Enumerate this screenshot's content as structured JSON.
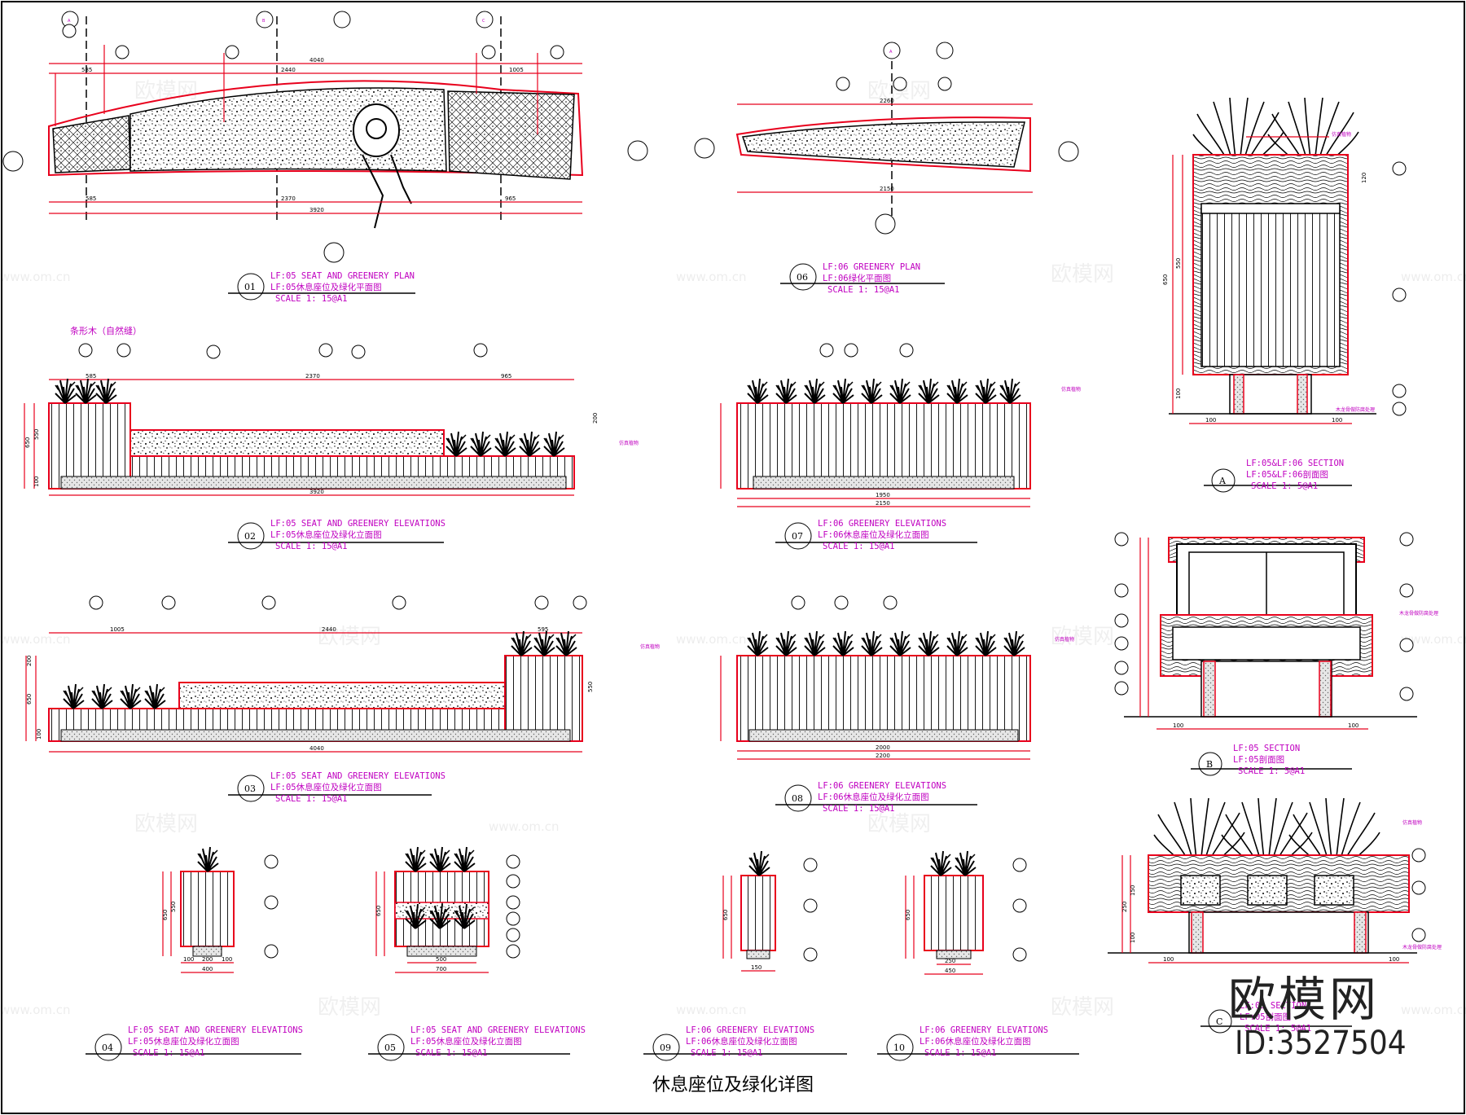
{
  "sheet_title": "休息座位及绿化详图",
  "brand": {
    "name": "欧模网",
    "id": "ID:3527504"
  },
  "watermarks": {
    "cn": "欧模网",
    "url": "www.om.cn"
  },
  "annotations": {
    "wood_natural": "条形木（自然缝）",
    "planting": "仿真植物",
    "waterproof": "木龙骨做防腐处理"
  },
  "drawings": [
    {
      "id": "01",
      "title_en": "LF:05 SEAT AND GREENERY PLAN",
      "title_cn": "LF:05休息座位及绿化平面图",
      "scale": "SCALE 1: 15@A1"
    },
    {
      "id": "06",
      "title_en": "LF:06 GREENERY PLAN",
      "title_cn": "LF:06绿化平面图",
      "scale": "SCALE 1: 15@A1"
    },
    {
      "id": "A",
      "title_en": "LF:05&LF:06 SECTION",
      "title_cn": "LF:05&LF:06剖面图",
      "scale": "SCALE 1: 5@A1"
    },
    {
      "id": "02",
      "title_en": "LF:05 SEAT AND GREENERY ELEVATIONS",
      "title_cn": "LF:05休息座位及绿化立面图",
      "scale": "SCALE 1: 15@A1"
    },
    {
      "id": "07",
      "title_en": "LF:06 GREENERY  ELEVATIONS",
      "title_cn": "LF:06休息座位及绿化立面图",
      "scale": "SCALE 1: 15@A1"
    },
    {
      "id": "B",
      "title_en": "LF:05 SECTION",
      "title_cn": "LF:05剖面图",
      "scale": "SCALE 1: 5@A1"
    },
    {
      "id": "03",
      "title_en": "LF:05 SEAT AND GREENERY ELEVATIONS",
      "title_cn": "LF:05休息座位及绿化立面图",
      "scale": "SCALE 1: 15@A1"
    },
    {
      "id": "08",
      "title_en": "LF:06 GREENERY  ELEVATIONS",
      "title_cn": "LF:06休息座位及绿化立面图",
      "scale": "SCALE 1: 15@A1"
    },
    {
      "id": "04",
      "title_en": "LF:05 SEAT AND GREENERY ELEVATIONS",
      "title_cn": "LF:05休息座位及绿化立面图",
      "scale": "SCALE 1: 15@A1"
    },
    {
      "id": "05",
      "title_en": "LF:05 SEAT AND GREENERY ELEVATIONS",
      "title_cn": "LF:05休息座位及绿化立面图",
      "scale": "SCALE 1: 15@A1"
    },
    {
      "id": "09",
      "title_en": "LF:06 GREENERY ELEVATIONS",
      "title_cn": "LF:06休息座位及绿化立面图",
      "scale": "SCALE 1: 15@A1"
    },
    {
      "id": "10",
      "title_en": "LF:06 GREENERY ELEVATIONS",
      "title_cn": "LF:06休息座位及绿化立面图",
      "scale": "SCALE 1: 15@A1"
    },
    {
      "id": "C",
      "title_en": "LF:05 SECTION",
      "title_cn": "LF:05剖面图",
      "scale": "SCALE 1: 5@A1"
    }
  ],
  "dims": {
    "p01_top": [
      "585",
      "2440",
      "1005"
    ],
    "p01_total_top": "4040",
    "p01_bottom": [
      "585",
      "2370",
      "965"
    ],
    "p01_total_bottom": "3920",
    "p06_top": "2260",
    "p06_bottom": "2150",
    "e02_top": [
      "585",
      "2370",
      "965"
    ],
    "e02_total": "3920",
    "e02_h": [
      "650",
      "550",
      "200",
      "100"
    ],
    "e03_top": [
      "1005",
      "2440",
      "595"
    ],
    "e03_total": "4040",
    "e03_h": [
      "650",
      "550",
      "200",
      "100"
    ],
    "e07_mid": "1950",
    "e07_total": "2150",
    "e08_mid": "2000",
    "e08_total": "2200",
    "e04_w": [
      "100",
      "200",
      "100"
    ],
    "e04_total": "400",
    "e05_w": "500",
    "e05_total": "700",
    "e09_total": "150",
    "e10_w": "250",
    "e10_total": "450",
    "sa_h": [
      "650",
      "550",
      "100",
      "120"
    ],
    "sa_w": "100",
    "sb_w": "100",
    "sc_h": [
      "250",
      "150",
      "100"
    ],
    "sc_w": "100"
  },
  "tag_label": "LF:05"
}
